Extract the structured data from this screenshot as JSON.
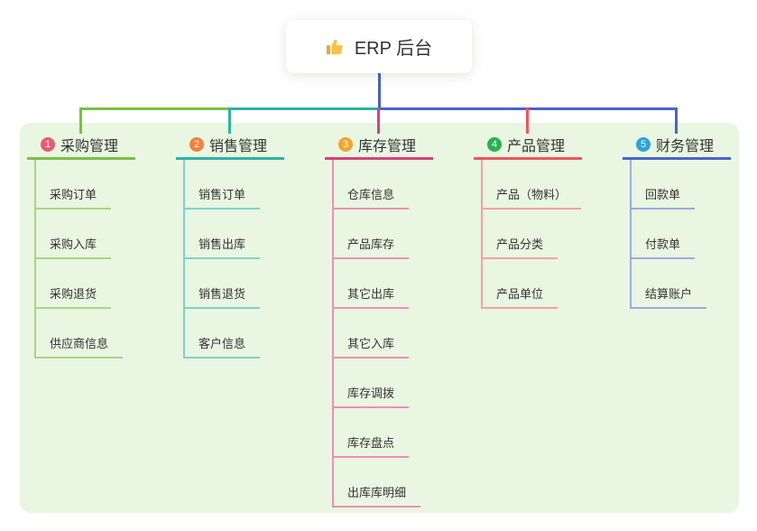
{
  "root": {
    "label": "ERP 后台",
    "icon": "thumbs-up-icon",
    "icon_color": "#f6c445",
    "connector_color": "#4a5fc8"
  },
  "branches": [
    {
      "badge": "1",
      "label": "采购管理",
      "badge_color": "#eb5b6e",
      "color": "#7cbe46",
      "color_light": "#a8d584",
      "children": [
        "采购订单",
        "采购入库",
        "采购退货",
        "供应商信息"
      ]
    },
    {
      "badge": "2",
      "label": "销售管理",
      "badge_color": "#f5803c",
      "color": "#2bb3a6",
      "color_light": "#7fd2c9",
      "children": [
        "销售订单",
        "销售出库",
        "销售退货",
        "客户信息"
      ]
    },
    {
      "badge": "3",
      "label": "库存管理",
      "badge_color": "#f6a42c",
      "color": "#d6437b",
      "color_light": "#ee8fb5",
      "children": [
        "仓库信息",
        "产品库存",
        "其它出库",
        "其它入库",
        "库存调拨",
        "库存盘点",
        "出库库明细"
      ]
    },
    {
      "badge": "4",
      "label": "产品管理",
      "badge_color": "#28b24f",
      "color": "#ee5560",
      "color_light": "#f4a0a5",
      "children": [
        "产品（物料）",
        "产品分类",
        "产品单位"
      ]
    },
    {
      "badge": "5",
      "label": "财务管理",
      "badge_color": "#2ba4dc",
      "color": "#4a64c8",
      "color_light": "#9aabe4",
      "children": [
        "回款单",
        "付款单",
        "结算账户"
      ]
    }
  ]
}
